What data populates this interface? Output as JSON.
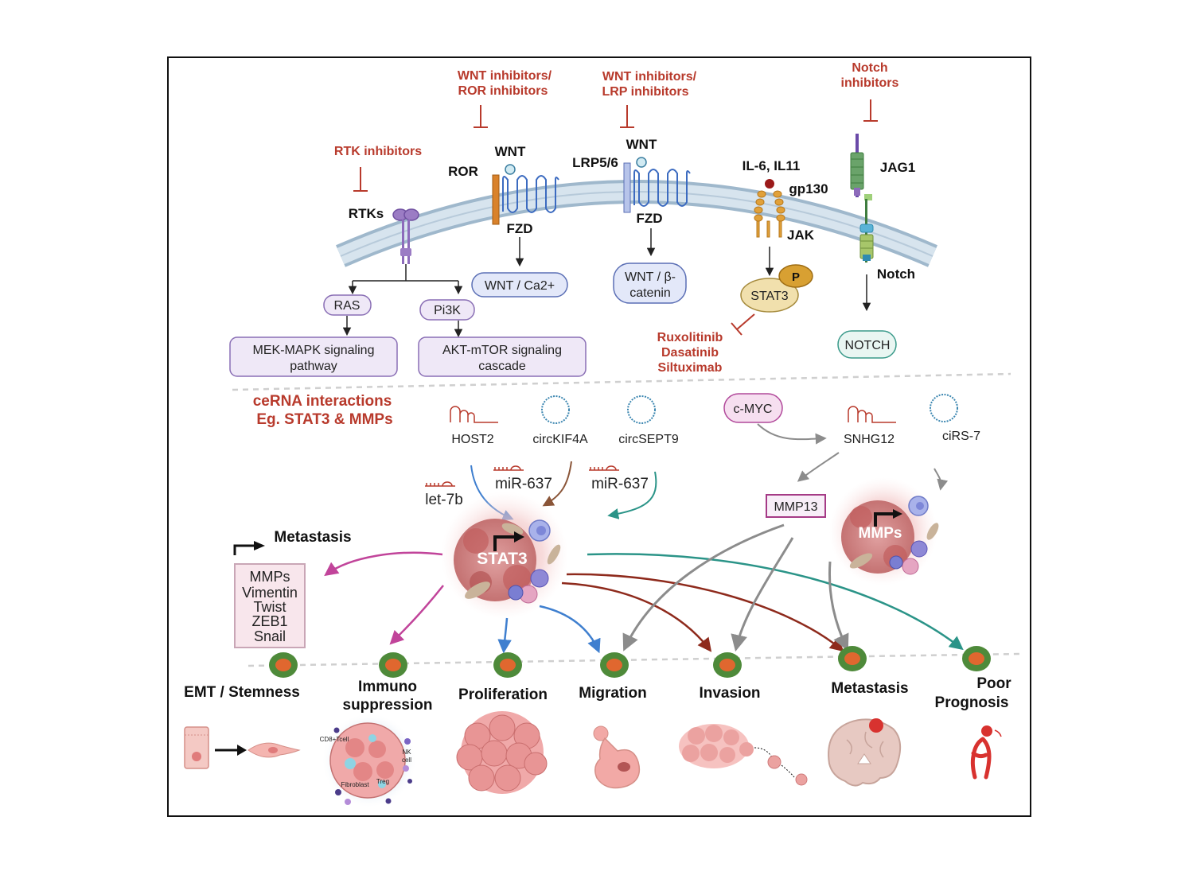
{
  "inhibitors": {
    "rtk": "RTK inhibitors",
    "wnt_ror_1": "WNT inhibitors/",
    "wnt_ror_2": "ROR inhibitors",
    "wnt_lrp_1": "WNT inhibitors/",
    "wnt_lrp_2": "LRP inhibitors",
    "notch_1": "Notch",
    "notch_2": "inhibitors",
    "drug_1": "Ruxolitinib",
    "drug_2": "Dasatinib",
    "drug_3": "Siltuximab"
  },
  "receptors": {
    "rtks": "RTKs",
    "ror": "ROR",
    "wnt_1": "WNT",
    "fzd_1": "FZD",
    "lrp": "LRP5/6",
    "wnt_2": "WNT",
    "fzd_2": "FZD",
    "il": "IL-6, IL11",
    "gp130": "gp130",
    "jak": "JAK",
    "jag1": "JAG1",
    "notch": "Notch",
    "p": "P"
  },
  "pathways": {
    "ras": "RAS",
    "pi3k": "Pi3K",
    "mek_1": "MEK-MAPK signaling",
    "mek_2": "pathway",
    "akt_1": "AKT-mTOR signaling",
    "akt_2": "cascade",
    "wnt_ca": "WNT / Ca2+",
    "wnt_bcat_1": "WNT / β-",
    "wnt_bcat_2": "catenin",
    "stat3": "STAT3",
    "notch_box": "NOTCH"
  },
  "cerna": {
    "title_1": "ceRNA interactions",
    "title_2": "Eg. STAT3 & MMPs",
    "host2": "HOST2",
    "circkif4a": "circKIF4A",
    "circsept9": "circSEPT9",
    "cmyc": "c-MYC",
    "snhg12": "SNHG12",
    "cirs7": "ciRS-7",
    "mir637_a": "miR-637",
    "mir637_b": "miR-637",
    "let7b": "let-7b",
    "mmp13": "MMP13",
    "stat3_cell": "STAT3",
    "mmps_cell": "MMPs"
  },
  "metastasis": {
    "title": "Metastasis",
    "items": [
      "MMPs",
      "Vimentin",
      "Twist",
      "ZEB1",
      "Snail"
    ]
  },
  "outcomes": {
    "emt": "EMT / Stemness",
    "immuno_1": "Immuno",
    "immuno_2": "suppression",
    "prolif": "Proliferation",
    "migration": "Migration",
    "invasion": "Invasion",
    "metastasis": "Metastasis",
    "poor_1": "Poor",
    "poor_2": "Prognosis"
  },
  "immune_labels": {
    "cd8": "CD8+Tcell",
    "nk_1": "NK",
    "nk_2": "cell",
    "fibroblast": "Fibroblast",
    "treg": "Treg"
  },
  "colors": {
    "inhibitor_red": "#b83a2c",
    "lavender_box": "#efe8f7",
    "lavender_border": "#8a6fb5",
    "blue_box": "#e3e8f9",
    "blue_border": "#5b6fb5",
    "teal_border": "#3a9a8a",
    "magenta": "#c1449a",
    "dark_red": "#8e2a1c",
    "teal": "#2b9488",
    "blue": "#3f7fcf",
    "brown": "#8a5538",
    "grey": "#8c8c8c",
    "membrane": "#bcd1e2"
  }
}
